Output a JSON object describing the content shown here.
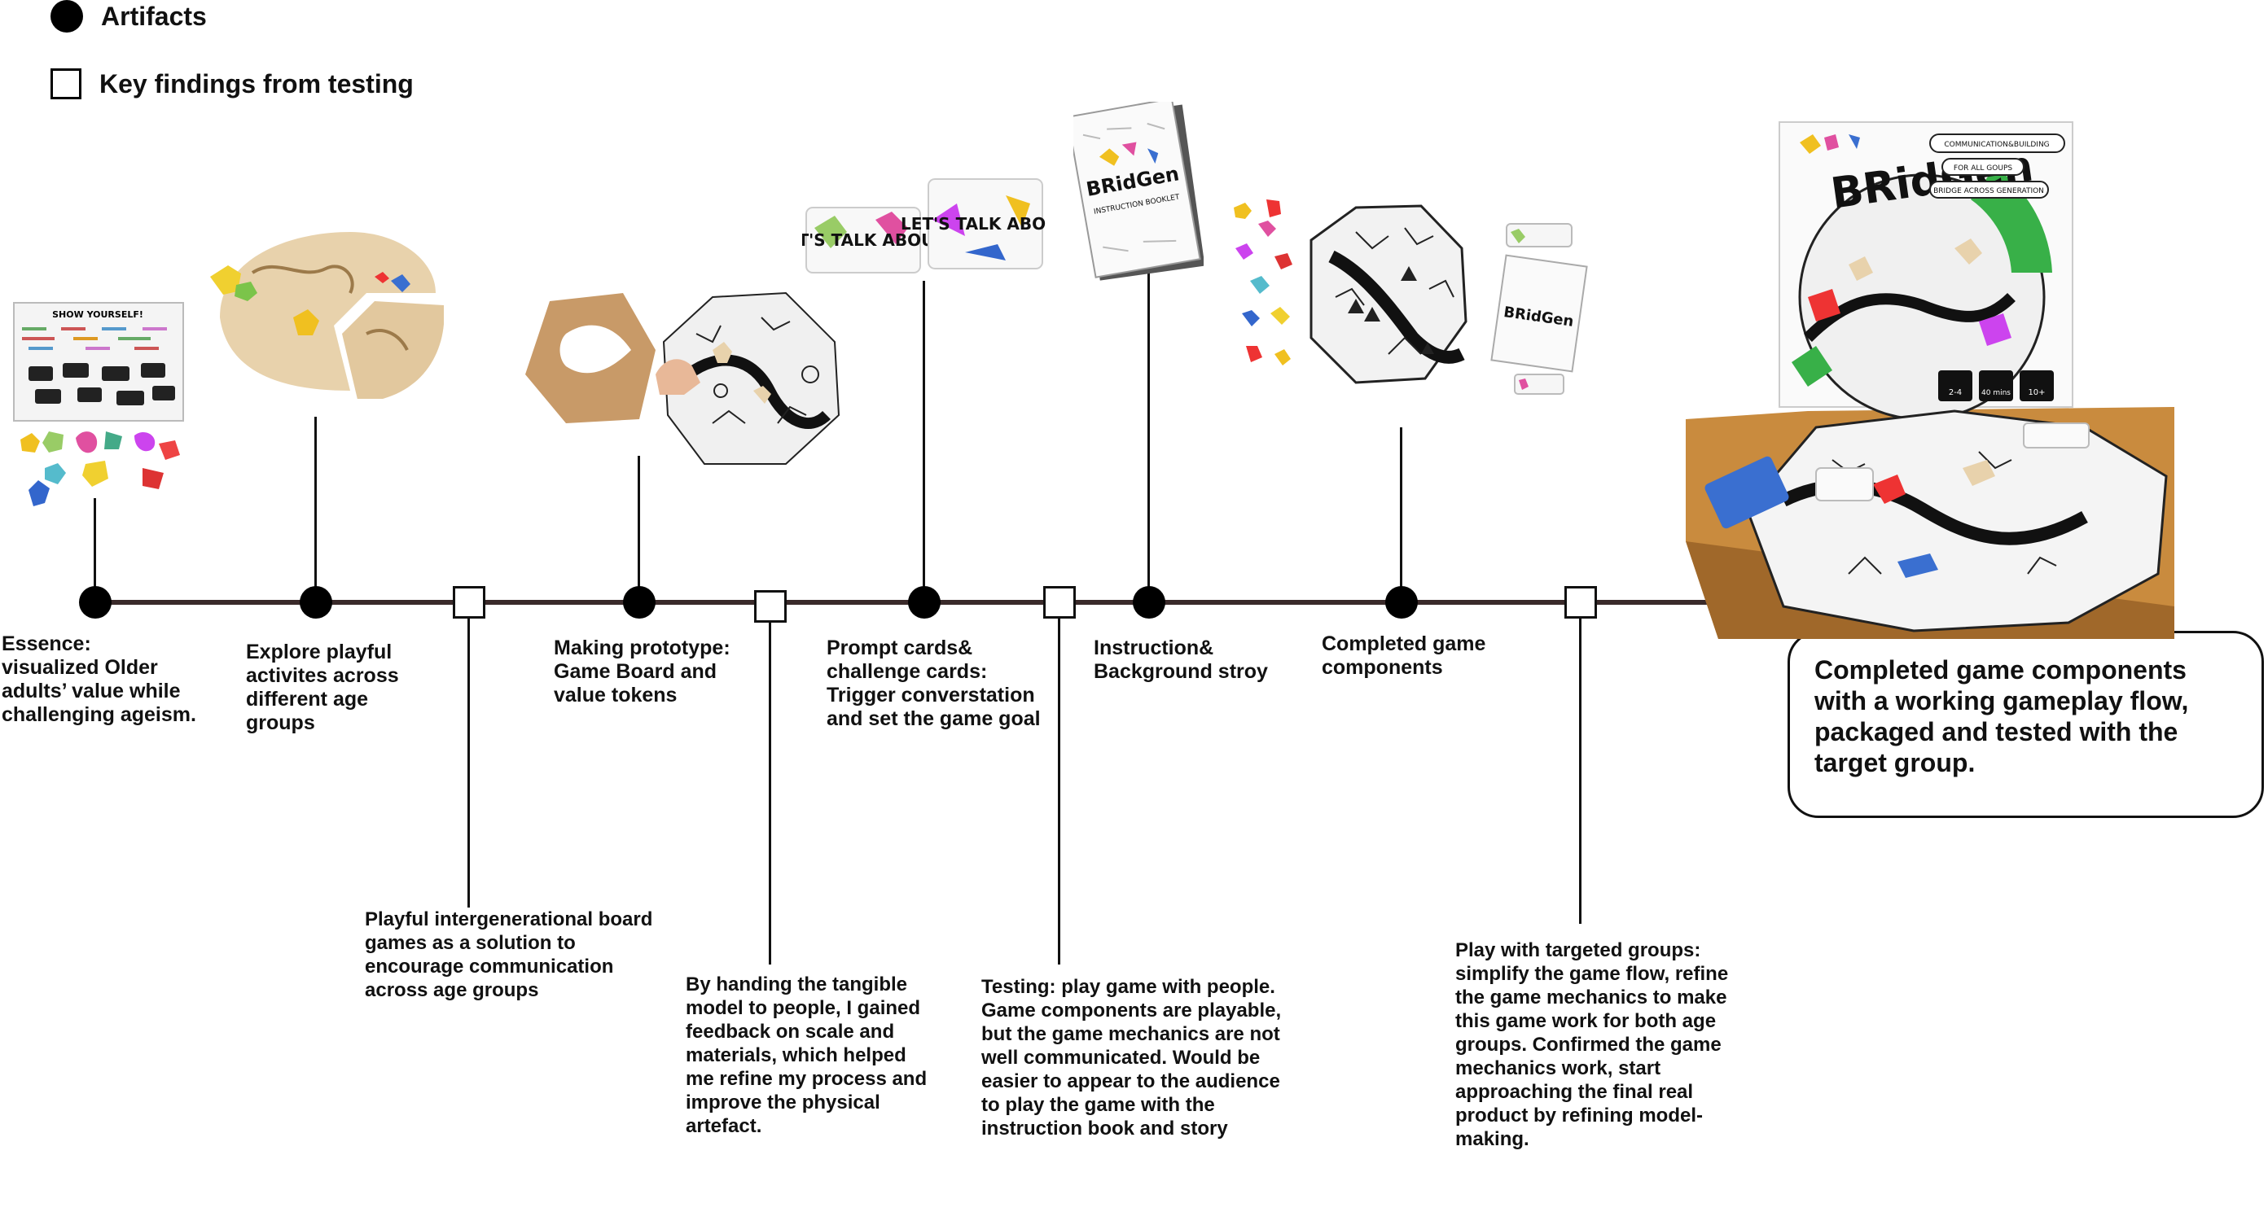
{
  "legend": {
    "artifacts": "Artifacts",
    "findings": "Key findings from testing"
  },
  "artifacts": [
    {
      "label": "Essence:\nvisualized Older\nadults’ value while\nchallenging ageism."
    },
    {
      "label": "Explore playful\nactivites across\ndifferent age\ngroups"
    },
    {
      "label": "Making prototype:\nGame Board and\nvalue tokens"
    },
    {
      "label": "Prompt cards&\nchallenge cards:\nTrigger converstation\nand set the game goal"
    },
    {
      "label": "Instruction&\nBackground stroy"
    },
    {
      "label": "Completed game\ncomponents"
    }
  ],
  "findings": [
    {
      "text": "Playful intergenerational board\ngames as a solution to\nencourage communication\nacross age groups"
    },
    {
      "text": "By handing the tangible\nmodel to people, I gained\nfeedback on scale and\nmaterials, which helped\nme refine my process and\nimprove the physical\nartefact."
    },
    {
      "text": "Testing: play game with people.\nGame components are playable,\nbut the game mechanics are not\nwell communicated. Would be\neasier to appear to the audience\nto play the game with the\ninstruction book and story"
    },
    {
      "text": "Play with targeted groups:\nsimplify the game flow, refine\nthe game mechanics to make\nthis game work for both age\ngroups. Confirmed the game\nmechanics work, start\napproaching the final real\nproduct by refining model-\nmaking."
    }
  ],
  "final": {
    "text": "Completed game components\nwith a working gameplay flow,\npackaged and tested with the\ntarget group."
  },
  "images": {
    "poster_title": "SHOW YOURSELF!",
    "cards_text": "LET'S TALK ABOUT",
    "booklet_logo": "BRidGen",
    "booklet_sub": "INSTRUCTION BOOKLET",
    "box_logo": "BRidGen",
    "box_tag1": "COMMUNICATION&BUILDING",
    "box_tag2": "FOR ALL GOUPS",
    "box_tag3": "BRIDGE ACROSS GENERATION",
    "box_badge1": "2-4",
    "box_badge2": "40 mins",
    "box_badge3": "10+"
  },
  "colors": {
    "axis": "#3a2a2a",
    "wood": "#e8d2ac",
    "cardboard": "#c89a68"
  }
}
